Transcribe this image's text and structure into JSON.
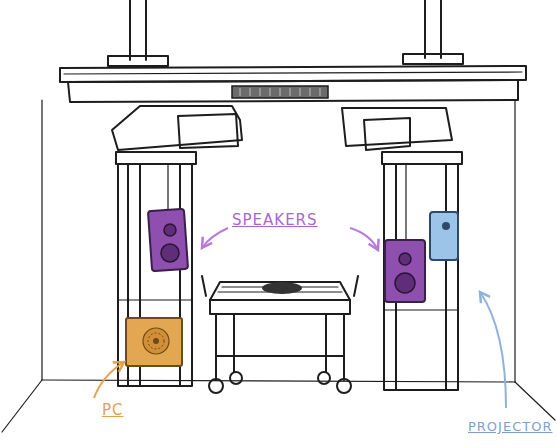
{
  "diagram": {
    "labels": [
      "SPEAKERS",
      "PC",
      "PROJECTOR"
    ]
  }
}
